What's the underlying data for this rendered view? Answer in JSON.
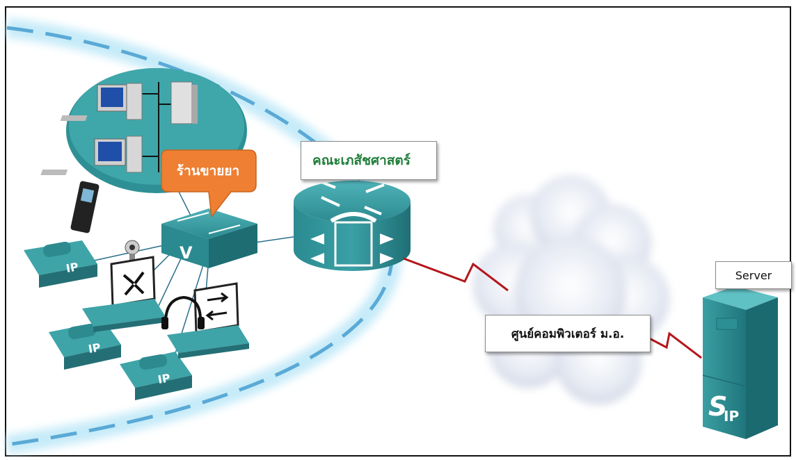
{
  "labels": {
    "pharmacy": "ร้านขายยา",
    "faculty": "คณะเภสัชศาสตร์",
    "server": "Server",
    "computer_center": "ศูนย์คอมพิวเตอร์ ม.อ."
  },
  "device_text": {
    "ip_phone_1": "IP",
    "ip_phone_2": "IP",
    "ip_phone_3": "IP",
    "switch": "V",
    "sip_server": "IP",
    "sip_letter": "S"
  },
  "colors": {
    "teal": "#2f8f94",
    "teal_dark": "#1d6a70",
    "callout_orange": "#ee7f33",
    "wan_link_red": "#b3161b",
    "halo_blue": "#8fd3ef",
    "dash_blue": "#5aa9d6"
  }
}
